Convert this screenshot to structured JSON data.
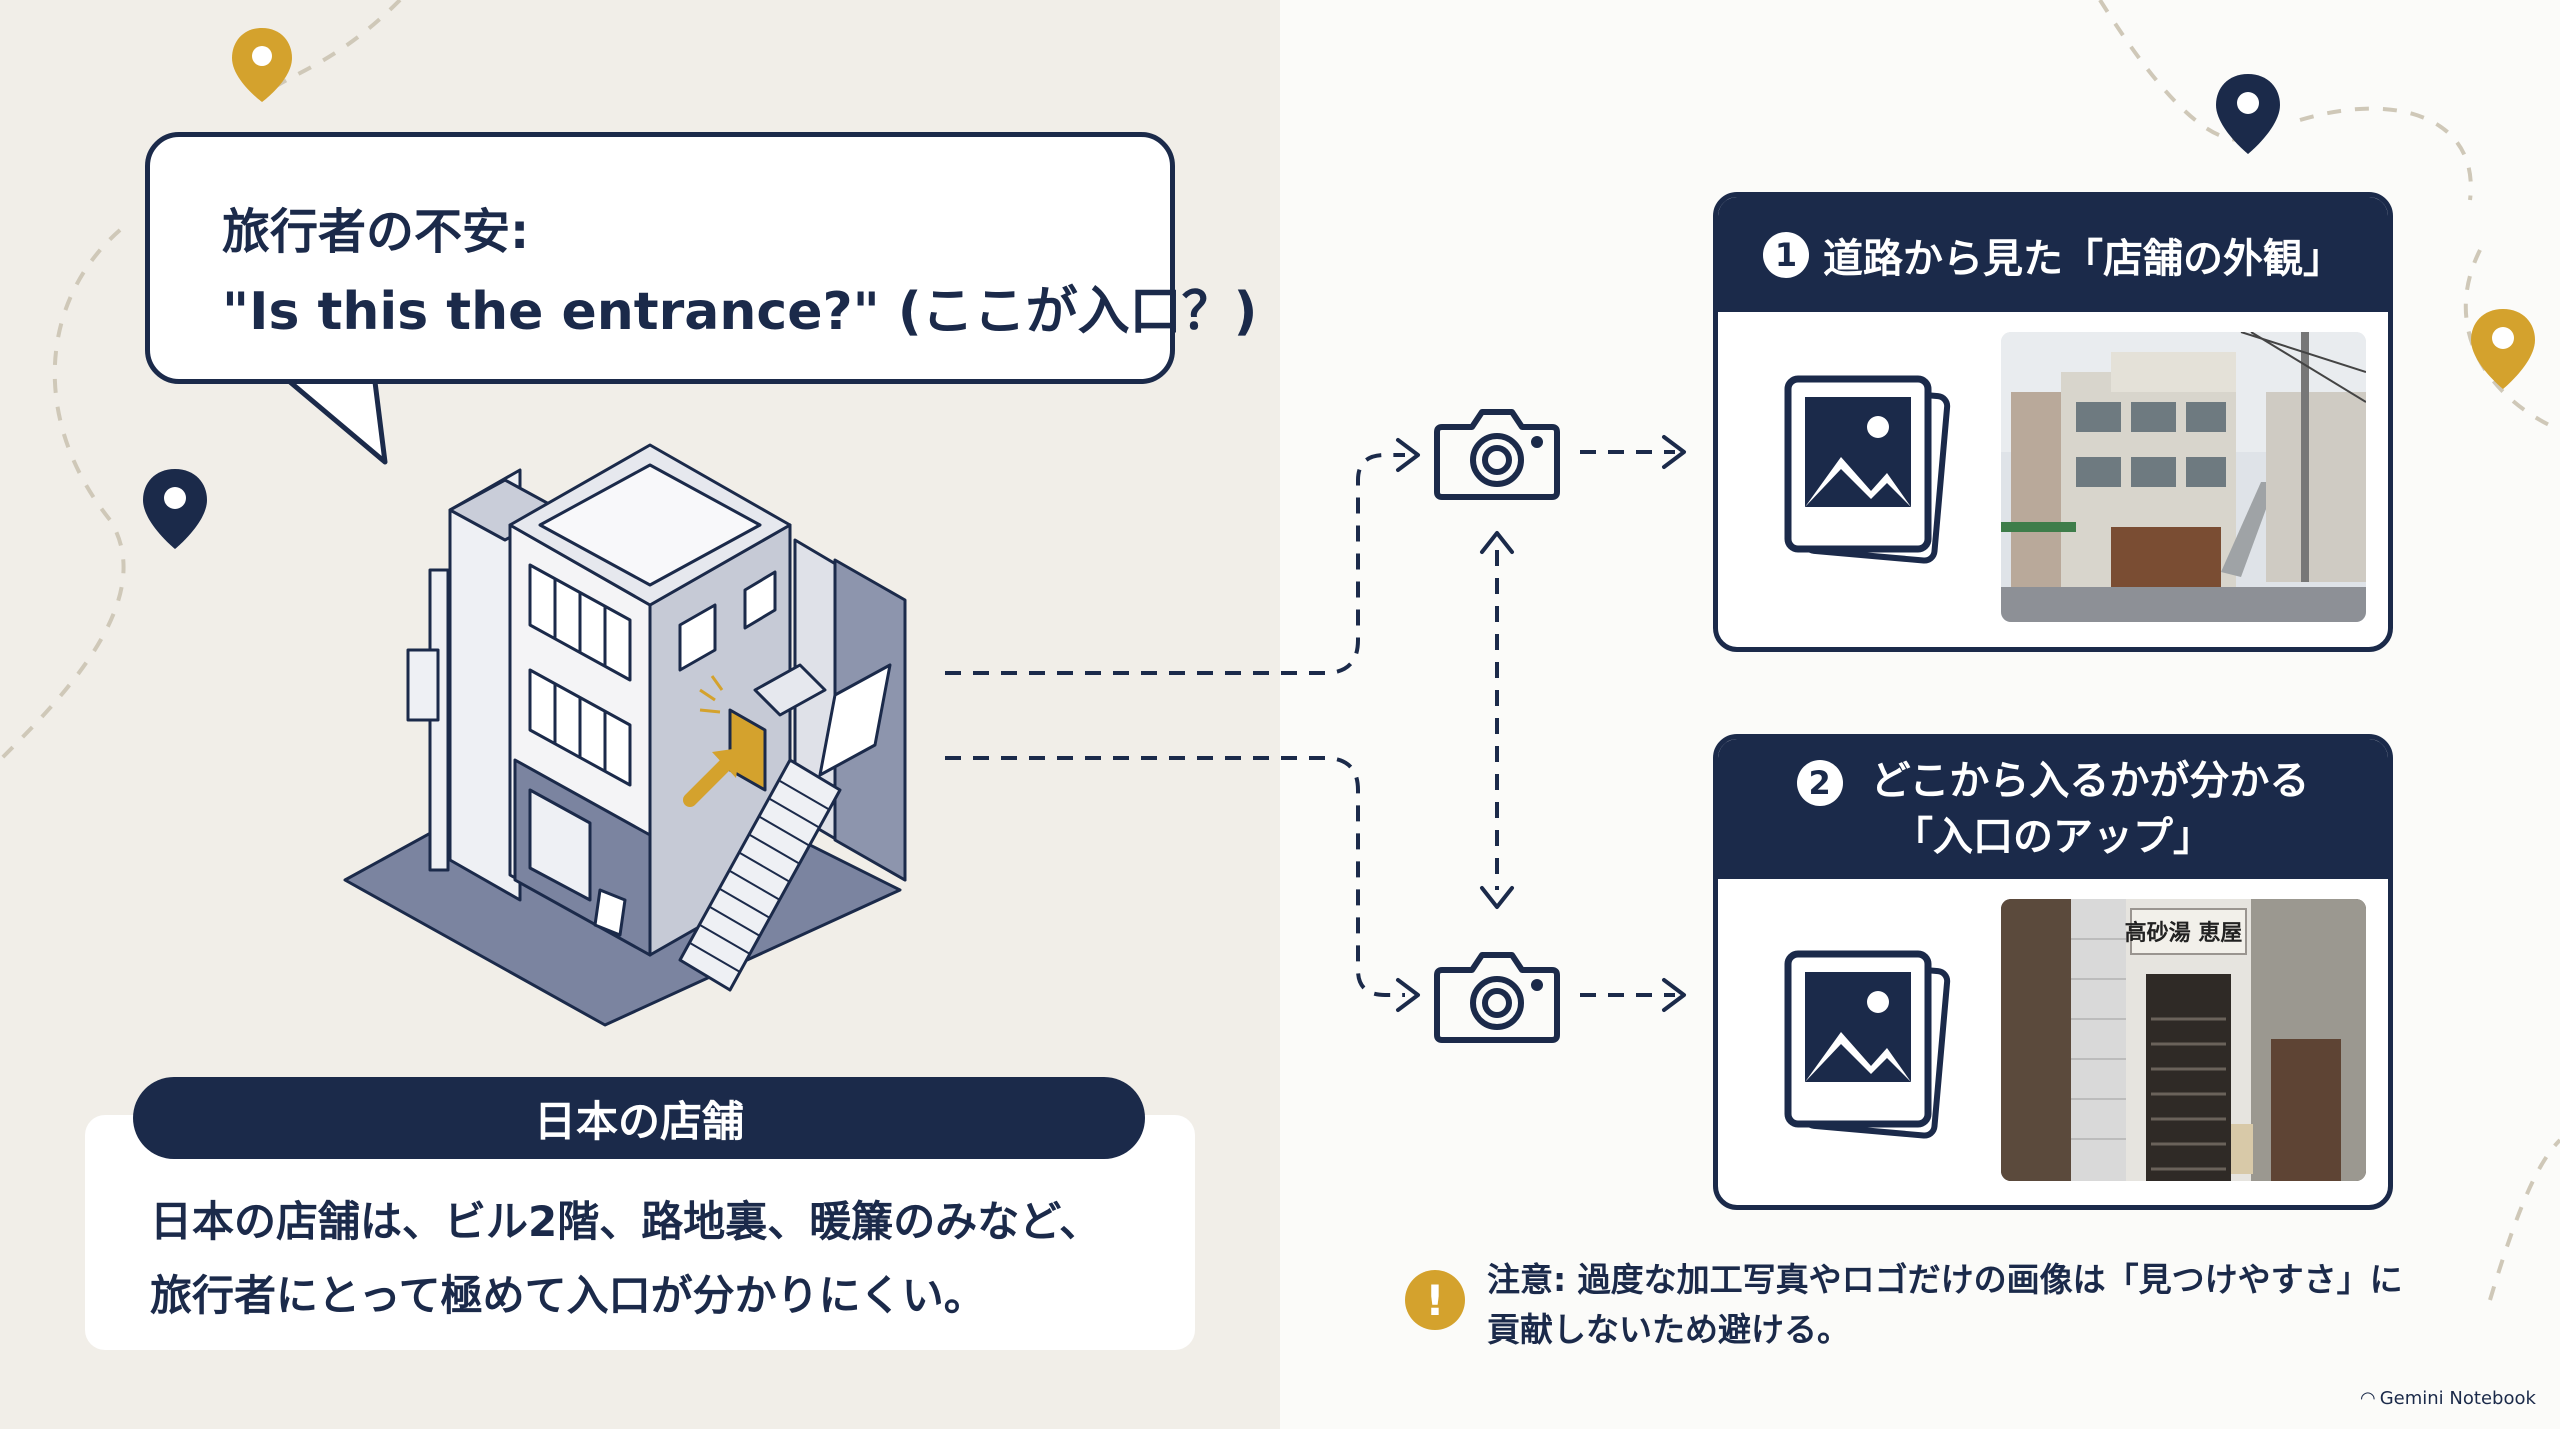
{
  "speech_bubble": {
    "line1": "旅行者の不安:",
    "line2": "\"Is this the entrance?\" (ここが入口？)"
  },
  "store_section": {
    "title": "日本の店舗",
    "body_line1": "日本の店舗は、ビル2階、路地裏、暖簾のみなど、",
    "body_line2": "旅行者にとって極めて入口が分かりにくい。"
  },
  "card1": {
    "number": "1",
    "title": "道路から見た「店舗の外観」"
  },
  "card2": {
    "number": "2",
    "title_line1": "どこから入るかが分かる",
    "title_line2": "「入口のアップ」",
    "photo_sign": "高砂湯 恵屋"
  },
  "warning": {
    "icon": "!",
    "text": "注意: 過度な加工写真やロゴだけの画像は「見つけやすさ」に貢献しないため避ける。"
  },
  "brand": {
    "label": "Gemini Notebook"
  },
  "colors": {
    "navy": "#1b2a4a",
    "gold": "#d4a22d",
    "left_bg": "#f1eee8",
    "right_bg": "#fbfbf9"
  },
  "icons": [
    "map-pin-icon",
    "camera-icon",
    "gallery-icon",
    "warning-icon"
  ]
}
